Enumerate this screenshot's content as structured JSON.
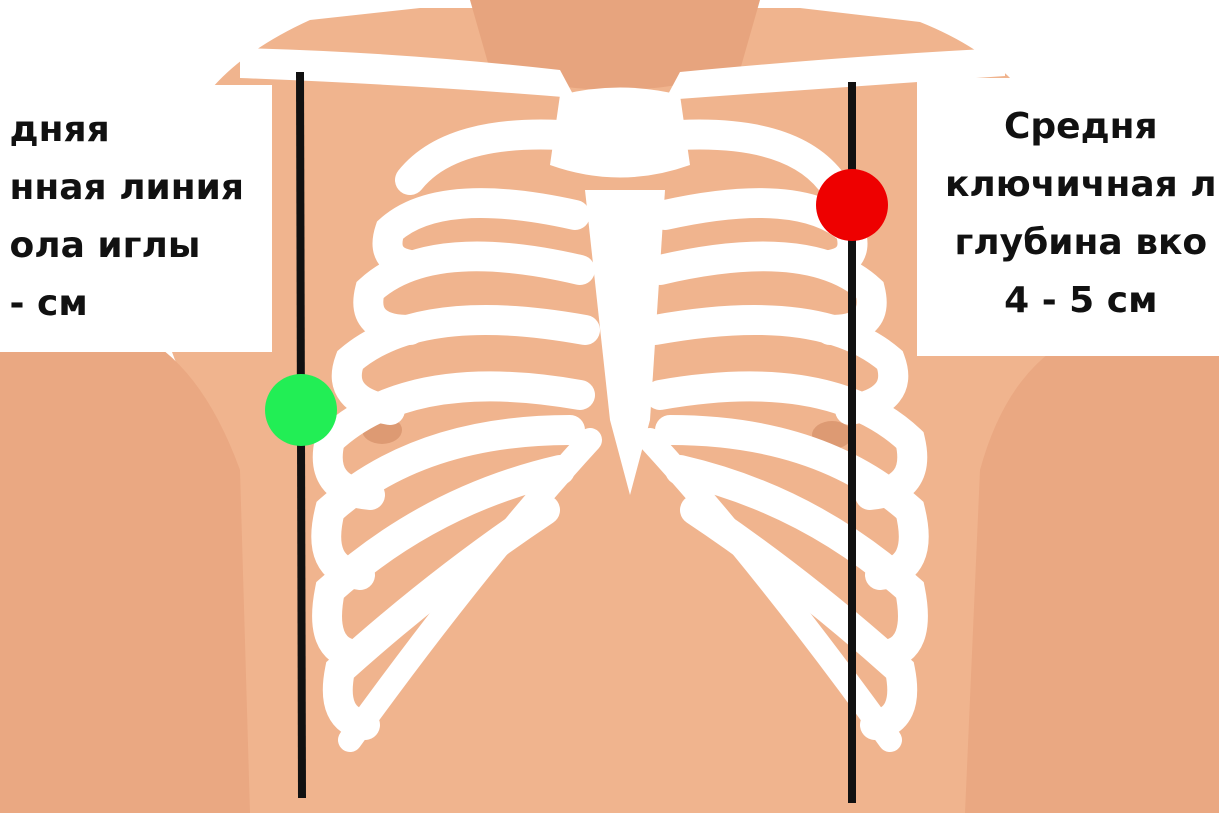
{
  "colors": {
    "skin": "#f0b48e",
    "skin_shadow": "#dd9a73",
    "bone": "#ffffff",
    "line": "#111111",
    "marker_left": "#22ee55",
    "marker_right": "#ee0000"
  },
  "labels": {
    "left": [
      "дняя",
      "нная линия",
      "ола иглы",
      "- см"
    ],
    "right": [
      "Средня",
      "ключичная л",
      "глубина вко",
      "4 - 5 см"
    ]
  },
  "markers": [
    "green-dot",
    "red-dot"
  ]
}
